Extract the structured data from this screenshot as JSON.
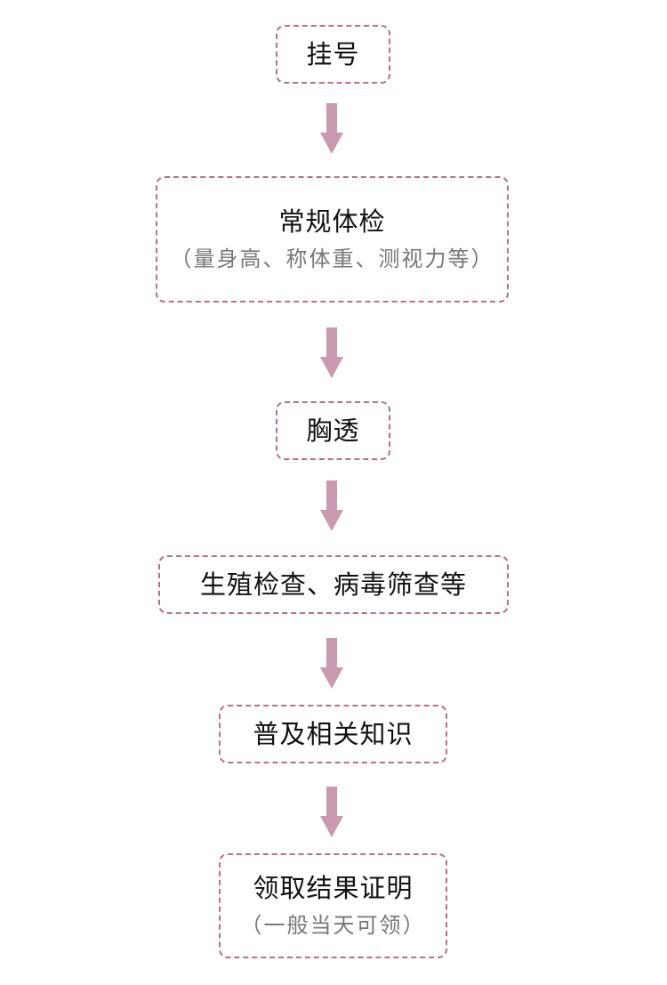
{
  "colors": {
    "border": "#b96f8c",
    "arrow": "#c999ad",
    "title_text": "#111111",
    "sub_text": "#777777"
  },
  "steps": [
    {
      "title": "挂号"
    },
    {
      "title": "常规体检",
      "note": "（量身高、称体重、测视力等）"
    },
    {
      "title": "胸透"
    },
    {
      "title": "生殖检查、病毒筛查等"
    },
    {
      "title": "普及相关知识"
    },
    {
      "title": "领取结果证明",
      "note": "（一般当天可领）"
    }
  ],
  "arrows": [
    {
      "icon": "down-arrow-icon"
    },
    {
      "icon": "down-arrow-icon"
    },
    {
      "icon": "down-arrow-icon"
    },
    {
      "icon": "down-arrow-icon"
    },
    {
      "icon": "down-arrow-icon"
    }
  ]
}
